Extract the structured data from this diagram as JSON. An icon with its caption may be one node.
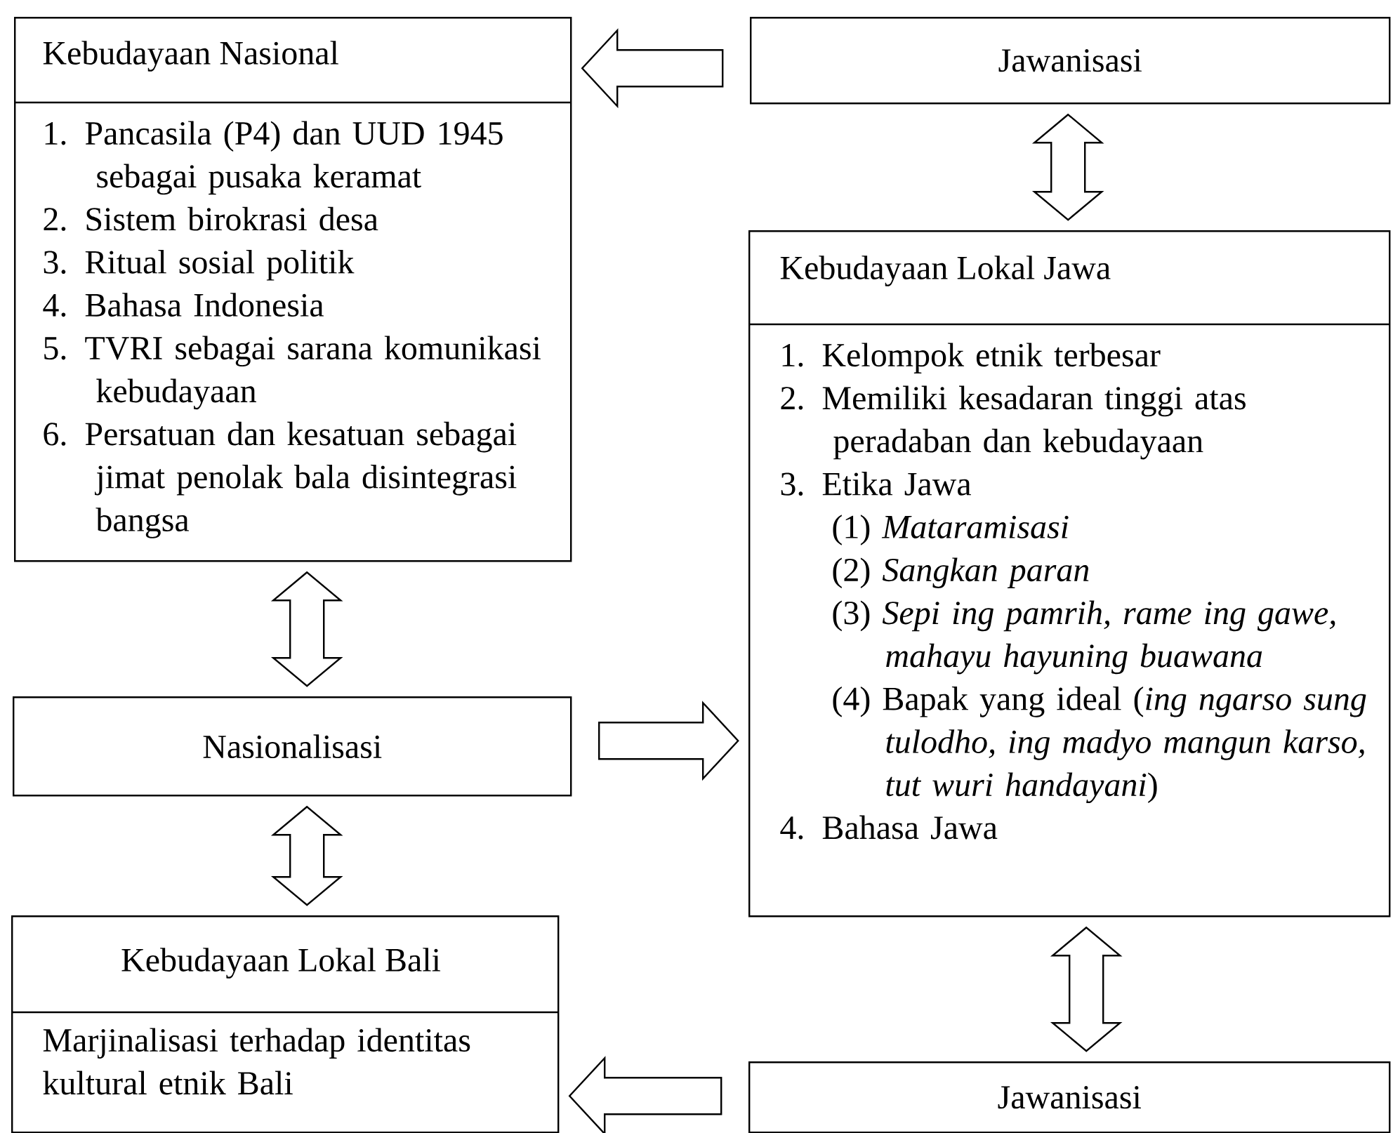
{
  "diagram": {
    "nodes": [
      {
        "text": [
          "Kebudayaan Nasional",
          "1. Pancasila (P4) dan UUD 1945 sebagai pusaka keramat",
          "2. Sistem birokrasi desa",
          "3. Ritual sosial politik",
          "4. Bahasa Indonesia",
          "5. TVRI sebagai sarana komunikasi kebudayaan",
          "6. Persatuan dan kesatuan sebagai jimat penolak bala disintegrasi bangsa"
        ]
      },
      {
        "text": [
          "Jawanisasi"
        ]
      },
      {
        "text": [
          "Kebudayaan Lokal Jawa",
          "1. Kelompok etnik terbesar",
          "2. Memiliki kesadaran tinggi atas peradaban dan kebudayaan",
          "3. Etika Jawa",
          "(1) *Mataramisasi*",
          "(2) *Sangkan paran*",
          "(3) *Sepi ing pamrih, rame ing gawe, mahayu hayuning buawana*",
          "(4) Bapak yang ideal (*ing ngarso sung tulodho, ing madyo mangun karso, tut wuri handayani*)",
          "4. Bahasa Jawa"
        ]
      },
      {
        "text": [
          "Nasionalisasi"
        ]
      },
      {
        "text": [
          "Kebudayaan Lokal Bali",
          "Marjinalisasi  terhadap identitas kultural etnik Bali"
        ]
      },
      {
        "text": [
          "Jawanisasi"
        ]
      }
    ],
    "edges": [
      {
        "from": 1,
        "to": 0,
        "arrow": "to"
      },
      {
        "from": 1,
        "to": 2,
        "arrow": "both"
      },
      {
        "from": 0,
        "to": 3,
        "arrow": "both"
      },
      {
        "from": 3,
        "to": 2,
        "arrow": "to"
      },
      {
        "from": 3,
        "to": 4,
        "arrow": "both"
      },
      {
        "from": 2,
        "to": 5,
        "arrow": "both"
      },
      {
        "from": 5,
        "to": 4,
        "arrow": "to"
      }
    ]
  }
}
